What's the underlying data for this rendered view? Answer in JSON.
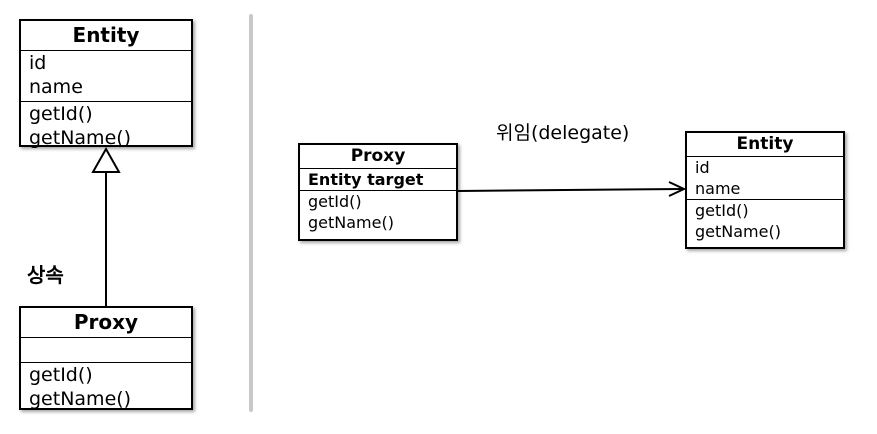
{
  "left": {
    "entity": {
      "title": "Entity",
      "fields": [
        "id",
        "name"
      ],
      "methods": [
        "getId()",
        "getName()"
      ]
    },
    "proxy": {
      "title": "Proxy",
      "fields": [],
      "methods": [
        "getId()",
        "getName()"
      ]
    },
    "relation_label": "상속"
  },
  "right": {
    "proxy": {
      "title": "Proxy",
      "fields": [
        "Entity target"
      ],
      "methods": [
        "getId()",
        "getName()"
      ]
    },
    "entity": {
      "title": "Entity",
      "fields": [
        "id",
        "name"
      ],
      "methods": [
        "getId()",
        "getName()"
      ]
    },
    "relation_label": "위임(delegate)"
  }
}
